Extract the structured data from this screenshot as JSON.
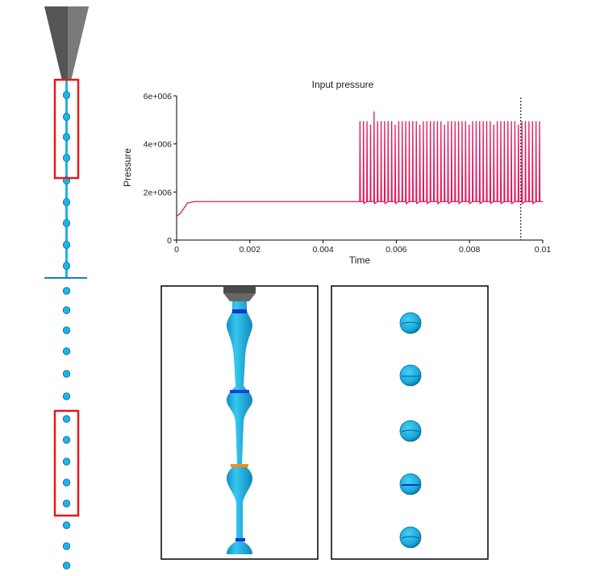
{
  "colors": {
    "droplet": "#1fb4e6",
    "droplet_dark": "#0a6c94",
    "nozzle": "#5a5a5a",
    "highlight_box": "#e41a1c",
    "pressure_line": "#e3175b",
    "marker_line": "#000000",
    "neck_blue": "#1433c9",
    "neck_orange": "#f28c1a"
  },
  "icons": {
    "nozzle": "nozzle-cone-icon",
    "droplet": "droplet-sphere-icon"
  },
  "chart_data": {
    "type": "line",
    "title": "Input pressure",
    "xlabel": "Time",
    "ylabel": "Pressure",
    "xlim": [
      0,
      0.01
    ],
    "ylim": [
      0,
      6000000
    ],
    "x_ticks": [
      "0",
      "0.002",
      "0.004",
      "0.006",
      "0.008",
      "0.01"
    ],
    "y_ticks": [
      "0",
      "2e+006",
      "4e+006",
      "6e+006"
    ],
    "grid": false,
    "series": [
      {
        "baseline_ramp": [
          [
            0,
            1000000
          ],
          [
            0.0001,
            1100000
          ],
          [
            0.0003,
            1550000
          ],
          [
            0.0005,
            1600000
          ],
          [
            0.005,
            1600000
          ]
        ],
        "pulse_start": 0.005,
        "pulse_end": 0.01,
        "pulse_count": 52,
        "pulse_low": 1600000,
        "pulse_high": 4950000,
        "peak_spike": [
          0.0054,
          5350000
        ]
      }
    ],
    "marker_time": 0.0094
  }
}
